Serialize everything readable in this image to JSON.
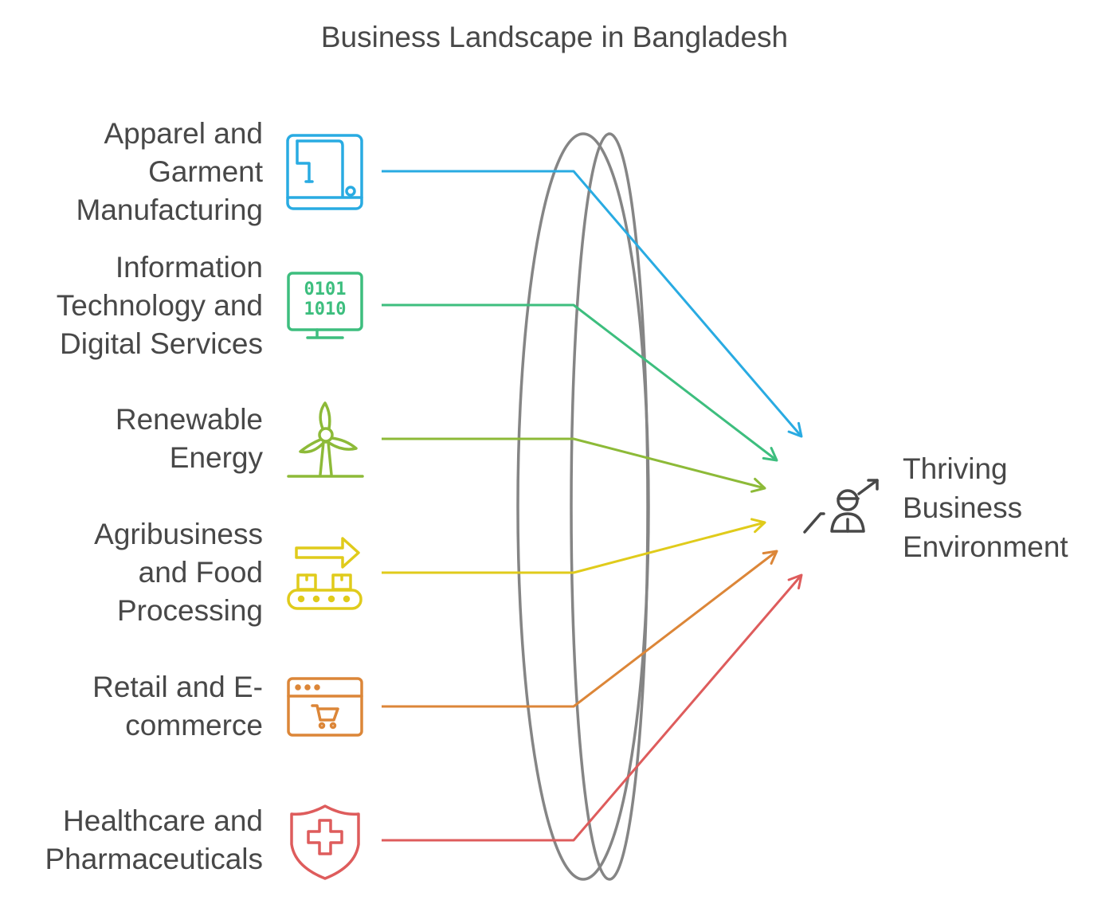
{
  "title": "Business Landscape in Bangladesh",
  "sectors": [
    {
      "lines": [
        "Apparel and",
        "Garment",
        "Manufacturing"
      ],
      "icon": "sewing-machine-icon",
      "color": "#29ABE2"
    },
    {
      "lines": [
        "Information",
        "Technology and",
        "Digital Services"
      ],
      "icon": "binary-monitor-icon",
      "color": "#3DBE7E"
    },
    {
      "lines": [
        "Renewable",
        "Energy"
      ],
      "icon": "wind-turbine-icon",
      "color": "#8DBA38"
    },
    {
      "lines": [
        "Agribusiness",
        "and Food",
        "Processing"
      ],
      "icon": "conveyor-belt-icon",
      "color": "#E0CB1B"
    },
    {
      "lines": [
        "Retail and E-",
        "commerce"
      ],
      "icon": "shopping-cart-window-icon",
      "color": "#DC8638"
    },
    {
      "lines": [
        "Healthcare and",
        "Pharmaceuticals"
      ],
      "icon": "medical-shield-icon",
      "color": "#DE5C5C"
    }
  ],
  "result": {
    "lines": [
      "Thriving",
      "Business",
      "Environment"
    ],
    "icon": "person-growth-icon"
  },
  "colors": {
    "lens": "#858585",
    "text": "#484848"
  }
}
